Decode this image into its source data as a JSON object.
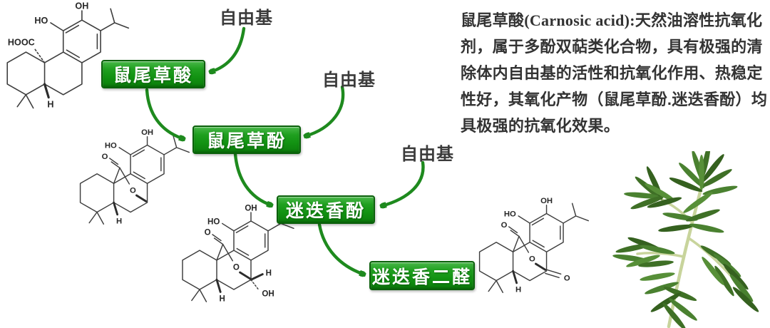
{
  "colors": {
    "node_green": "#129212",
    "node_border": "#0b610b",
    "arrow_green": "#1e8a1e",
    "label_gray": "#3b3b3b",
    "text_dark": "#333333",
    "leaf_green": "#4a7d2e",
    "stem_green": "#c8d49c",
    "background": "#ffffff"
  },
  "pathway": {
    "free_radicals": [
      "自由基",
      "自由基",
      "自由基"
    ],
    "nodes": [
      {
        "label": "鼠尾草酸"
      },
      {
        "label": "鼠尾草酚"
      },
      {
        "label": "迷迭香酚"
      },
      {
        "label": "迷迭香二醛"
      }
    ]
  },
  "structures": {
    "carnosic_acid": {
      "oh": "OH",
      "ho": "HO",
      "hooc": "HOOC",
      "h": "H"
    },
    "carnosol": {
      "oh": "OH",
      "ho": "HO",
      "carbonyl_o": "O",
      "bridge_o": "O",
      "h": "H"
    },
    "rosmanol": {
      "oh": "OH",
      "ho": "HO",
      "carbonyl_o": "O",
      "bridge_o": "O",
      "h": "H",
      "h_side": "H",
      "oh_side": "OH"
    },
    "oxo_compound": {
      "oh": "OH",
      "ho": "HO",
      "carbonyl_o": "O",
      "bridge_o": "O",
      "h": "H",
      "ketone_o": "O"
    }
  },
  "description": {
    "title_cn": "鼠尾草酸",
    "title_en": "(Carnosic acid):",
    "body": "天然油溶性抗氧化剂，属于多酚双萜类化合物，具有极强的清除体内自由基的活性和抗氧化作用、热稳定性好，其氧化产物（鼠尾草酚.迷迭香酚）均具极强的抗氧化效果。"
  }
}
